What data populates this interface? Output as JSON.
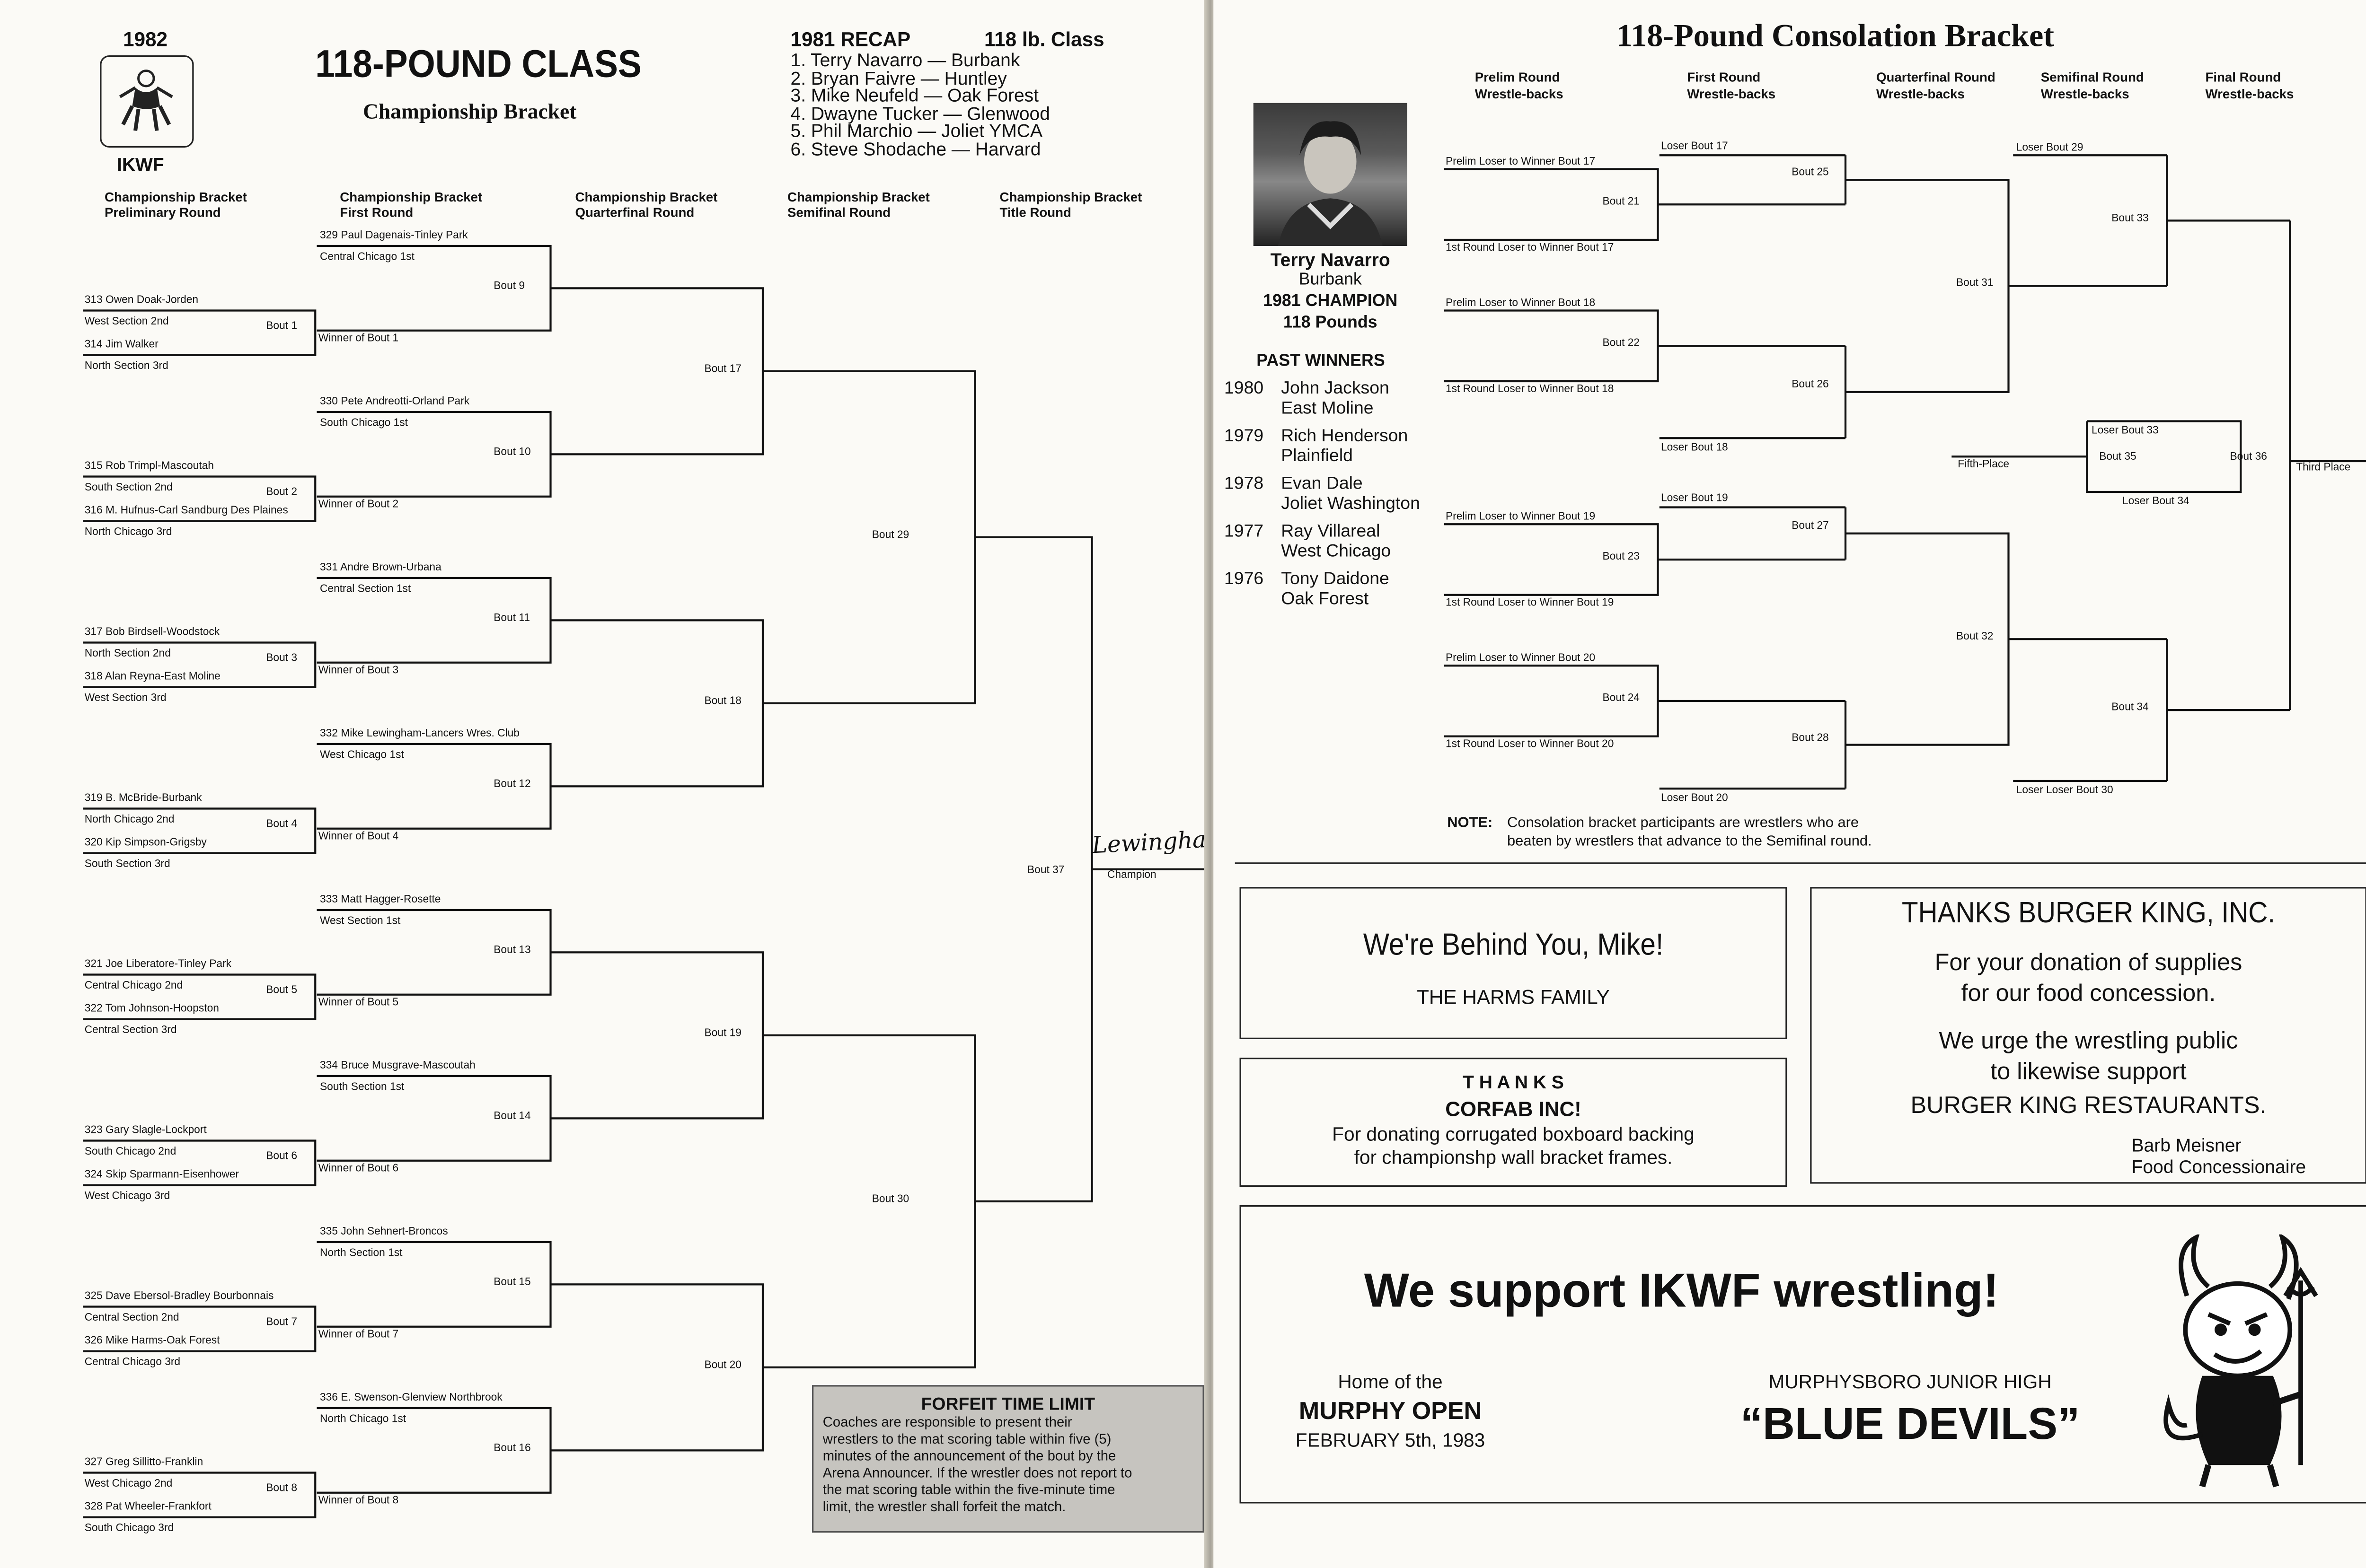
{
  "left_page": {
    "year": "1982",
    "org": "IKWF",
    "title": "118-POUND CLASS",
    "subtitle": "Championship Bracket",
    "recap": {
      "title": "1981 RECAP",
      "class": "118 lb. Class",
      "items": [
        "1. Terry Navarro — Burbank",
        "2. Bryan Faivre — Huntley",
        "3. Mike Neufeld — Oak Forest",
        "4. Dwayne Tucker — Glenwood",
        "5. Phil Marchio — Joliet YMCA",
        "6. Steve Shodache — Harvard"
      ]
    },
    "round_headers": [
      {
        "line1": "Championship Bracket",
        "line2": "Preliminary Round"
      },
      {
        "line1": "Championship Bracket",
        "line2": "First Round"
      },
      {
        "line1": "Championship Bracket",
        "line2": "Quarterfinal Round"
      },
      {
        "line1": "Championship Bracket",
        "line2": "Semifinal Round"
      },
      {
        "line1": "Championship Bracket",
        "line2": "Title Round"
      }
    ],
    "groups": [
      {
        "seed": "329 Paul Dagenais-Tinley Park",
        "seed_sec": "Central Chicago 1st",
        "first": "313 Owen Doak-Jorden",
        "first_sec": "West Section 2nd",
        "second": "314 Jim Walker",
        "second_sec": "North Section 3rd",
        "prelim_bout": "Bout 1",
        "winner": "Winner of Bout 1",
        "r1_bout": "Bout 9"
      },
      {
        "seed": "330 Pete Andreotti-Orland Park",
        "seed_sec": "South Chicago 1st",
        "first": "315 Rob Trimpl-Mascoutah",
        "first_sec": "South Section 2nd",
        "second": "316 M. Hufnus-Carl Sandburg Des Plaines",
        "second_sec": "North Chicago 3rd",
        "prelim_bout": "Bout 2",
        "winner": "Winner of Bout 2",
        "r1_bout": "Bout 10"
      },
      {
        "seed": "331 Andre Brown-Urbana",
        "seed_sec": "Central Section 1st",
        "first": "317 Bob Birdsell-Woodstock",
        "first_sec": "North Section 2nd",
        "second": "318 Alan Reyna-East Moline",
        "second_sec": "West Section 3rd",
        "prelim_bout": "Bout 3",
        "winner": "Winner of Bout 3",
        "r1_bout": "Bout 11"
      },
      {
        "seed": "332 Mike Lewingham-Lancers Wres. Club",
        "seed_sec": "West Chicago 1st",
        "first": "319 B. McBride-Burbank",
        "first_sec": "North Chicago 2nd",
        "second": "320 Kip Simpson-Grigsby",
        "second_sec": "South Section 3rd",
        "prelim_bout": "Bout 4",
        "winner": "Winner of Bout 4",
        "r1_bout": "Bout 12"
      },
      {
        "seed": "333 Matt Hagger-Rosette",
        "seed_sec": "West Section 1st",
        "first": "321 Joe Liberatore-Tinley Park",
        "first_sec": "Central Chicago 2nd",
        "second": "322 Tom Johnson-Hoopston",
        "second_sec": "Central Section 3rd",
        "prelim_bout": "Bout 5",
        "winner": "Winner of Bout 5",
        "r1_bout": "Bout 13"
      },
      {
        "seed": "334 Bruce Musgrave-Mascoutah",
        "seed_sec": "South Section 1st",
        "first": "323 Gary Slagle-Lockport",
        "first_sec": "South Chicago 2nd",
        "second": "324 Skip Sparmann-Eisenhower",
        "second_sec": "West Chicago 3rd",
        "prelim_bout": "Bout 6",
        "winner": "Winner of Bout 6",
        "r1_bout": "Bout 14"
      },
      {
        "seed": "335 John Sehnert-Broncos",
        "seed_sec": "North Section 1st",
        "first": "325 Dave Ebersol-Bradley Bourbonnais",
        "first_sec": "Central Section 2nd",
        "second": "326 Mike Harms-Oak Forest",
        "second_sec": "Central Chicago 3rd",
        "prelim_bout": "Bout 7",
        "winner": "Winner of Bout 7",
        "r1_bout": "Bout 15"
      },
      {
        "seed": "336 E. Swenson-Glenview Northbrook",
        "seed_sec": "North Chicago 1st",
        "first": "327 Greg Sillitto-Franklin",
        "first_sec": "West Chicago 2nd",
        "second": "328 Pat Wheeler-Frankfort",
        "second_sec": "South Chicago 3rd",
        "prelim_bout": "Bout 8",
        "winner": "Winner of Bout 8",
        "r1_bout": "Bout 16"
      }
    ],
    "qf_bouts": [
      "Bout 17",
      "Bout 18",
      "Bout 19",
      "Bout 20"
    ],
    "sf_bouts": [
      "Bout 29",
      "Bout 30"
    ],
    "final_bout": "Bout 37",
    "champion_handwritten": "Lewingha",
    "champion_label": "Champion",
    "forfeit": {
      "title": "FORFEIT TIME LIMIT",
      "lines": [
        "Coaches are responsible to present their",
        "wrestlers to the mat scoring table within five (5)",
        "minutes of the announcement of the bout by the",
        "Arena Announcer. If the wrestler does not report to",
        "the mat scoring table within the five-minute time",
        "limit, the wrestler shall forfeit the match."
      ]
    }
  },
  "right_page": {
    "title": "118-Pound Consolation Bracket",
    "round_headers": [
      {
        "line1": "Prelim Round",
        "line2": "Wrestle-backs"
      },
      {
        "line1": "First Round",
        "line2": "Wrestle-backs"
      },
      {
        "line1": "Quarterfinal Round",
        "line2": "Wrestle-backs"
      },
      {
        "line1": "Semifinal Round",
        "line2": "Wrestle-backs"
      },
      {
        "line1": "Final Round",
        "line2": "Wrestle-backs"
      }
    ],
    "champion": {
      "name": "Terry Navarro",
      "school": "Burbank",
      "line3": "1981 CHAMPION",
      "line4": "118 Pounds"
    },
    "past_winners_title": "PAST WINNERS",
    "past_winners": [
      {
        "year": "1980",
        "name": "John Jackson",
        "school": "East Moline"
      },
      {
        "year": "1979",
        "name": "Rich Henderson",
        "school": "Plainfield"
      },
      {
        "year": "1978",
        "name": "Evan Dale",
        "school": "Joliet Washington"
      },
      {
        "year": "1977",
        "name": "Ray Villareal",
        "school": "West Chicago"
      },
      {
        "year": "1976",
        "name": "Tony Daidone",
        "school": "Oak Forest"
      }
    ],
    "cons": {
      "b21_top": "Prelim Loser to Winner Bout 17",
      "b21": "Bout 21",
      "b21_bot": "1st Round Loser to Winner Bout 17",
      "b22_top": "Prelim Loser to Winner Bout 18",
      "b22": "Bout 22",
      "b22_bot": "1st Round Loser to Winner Bout 18",
      "b23_top": "Prelim Loser to Winner Bout 19",
      "b23": "Bout 23",
      "b23_bot": "1st Round Loser to Winner Bout 19",
      "b24_top": "Prelim Loser to Winner Bout 20",
      "b24": "Bout 24",
      "b24_bot": "1st Round Loser to Winner Bout 20",
      "l17": "Loser Bout 17",
      "b25": "Bout 25",
      "l18": "Loser Bout 18",
      "b26": "Bout 26",
      "l19": "Loser Bout 19",
      "b27": "Bout 27",
      "l20": "Loser Bout 20",
      "b28": "Bout 28",
      "b31": "Bout 31",
      "b32": "Bout 32",
      "l29": "Loser Bout 29",
      "b33": "Bout 33",
      "l30": "Loser Loser Bout 30",
      "b34": "Bout 34",
      "l33": "Loser Bout 33",
      "b35": "Bout 35",
      "l34": "Loser Bout 34",
      "fifth": "Fifth-Place",
      "b36": "Bout 36",
      "third": "Third Place"
    },
    "note_label": "NOTE:",
    "note_lines": [
      "Consolation bracket participants are wrestlers who are",
      "beaten by wrestlers that advance to the Semifinal round."
    ],
    "ad_harms": {
      "headline": "We're Behind You, Mike!",
      "sub": "THE HARMS FAMILY"
    },
    "ad_bk": {
      "headline": "THANKS BURGER KING, INC.",
      "lines": [
        "For your donation of supplies",
        "for our food concession.",
        "We urge the wrestling public",
        "to likewise support",
        "BURGER KING RESTAURANTS."
      ],
      "sig1": "Barb Meisner",
      "sig2": "Food Concessionaire"
    },
    "ad_corfab": {
      "thanks": "T H A N K S",
      "company": "CORFAB INC!",
      "lines": [
        "For donating corrugated boxboard backing",
        "for championshp wall bracket frames."
      ]
    },
    "ad_ikwf": {
      "headline": "We support IKWF wrestling!",
      "home_of": "Home of the",
      "event": "MURPHY OPEN",
      "date": "FEBRUARY 5th, 1983",
      "school": "MURPHYSBORO JUNIOR HIGH",
      "team": "“BLUE DEVILS”"
    }
  }
}
